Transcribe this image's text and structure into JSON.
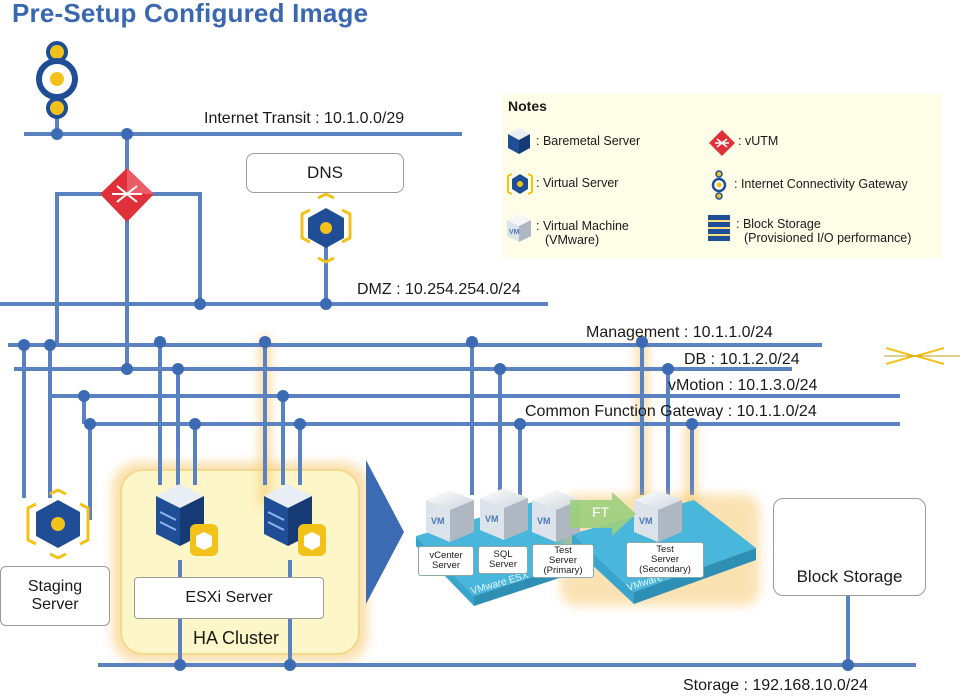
{
  "title": "Pre-Setup Configured Image",
  "networks": {
    "internet": "Internet Transit : 10.1.0.0/29",
    "dmz": "DMZ : 10.254.254.0/24",
    "management": "Management : 10.1.1.0/24",
    "db": "DB : 10.1.2.0/24",
    "vmotion": "vMotion : 10.1.3.0/24",
    "gateway": "Common Function Gateway : 10.1.1.0/24",
    "storage": "Storage : 192.168.10.0/24"
  },
  "nodes": {
    "dns": "DNS",
    "staging_line1": "Staging",
    "staging_line2": "Server",
    "esxi": "ESXi Server",
    "ha_cluster": "HA Cluster",
    "block_storage": "Block Storage",
    "ft": "FT",
    "esx_left": "VMware ESX",
    "esx_right": "VMware ESX",
    "vm_badge": "VM"
  },
  "vms": [
    {
      "line1": "vCenter",
      "line2": "Server",
      "line3": ""
    },
    {
      "line1": "SQL",
      "line2": "Server",
      "line3": ""
    },
    {
      "line1": "Test",
      "line2": "Server",
      "line3": "(Primary)"
    },
    {
      "line1": "Test",
      "line2": "Server",
      "line3": "(Secondary)"
    }
  ],
  "notes": {
    "title": "Notes",
    "baremetal": ": Baremetal Server",
    "vutm": ": vUTM",
    "virtual_server": ": Virtual Server",
    "gateway": ": Internet Connectivity Gateway",
    "vm_line1": ": Virtual Machine",
    "vm_line2": "(VMware)",
    "storage_line1": ": Block Storage",
    "storage_line2": "(Provisioned I/O performance)"
  },
  "colors": {
    "title": "#3a67b1",
    "network_line": "#5b82c0",
    "server_blue": "#1f4e96",
    "vutm_red": "#e0303a",
    "gold": "#f2c21b",
    "esx_cyan": "#49b6dc",
    "ha_fill": "#fdf6c8",
    "ha_glow": "#f6c66a",
    "ft_green": "#9ccf7d"
  }
}
